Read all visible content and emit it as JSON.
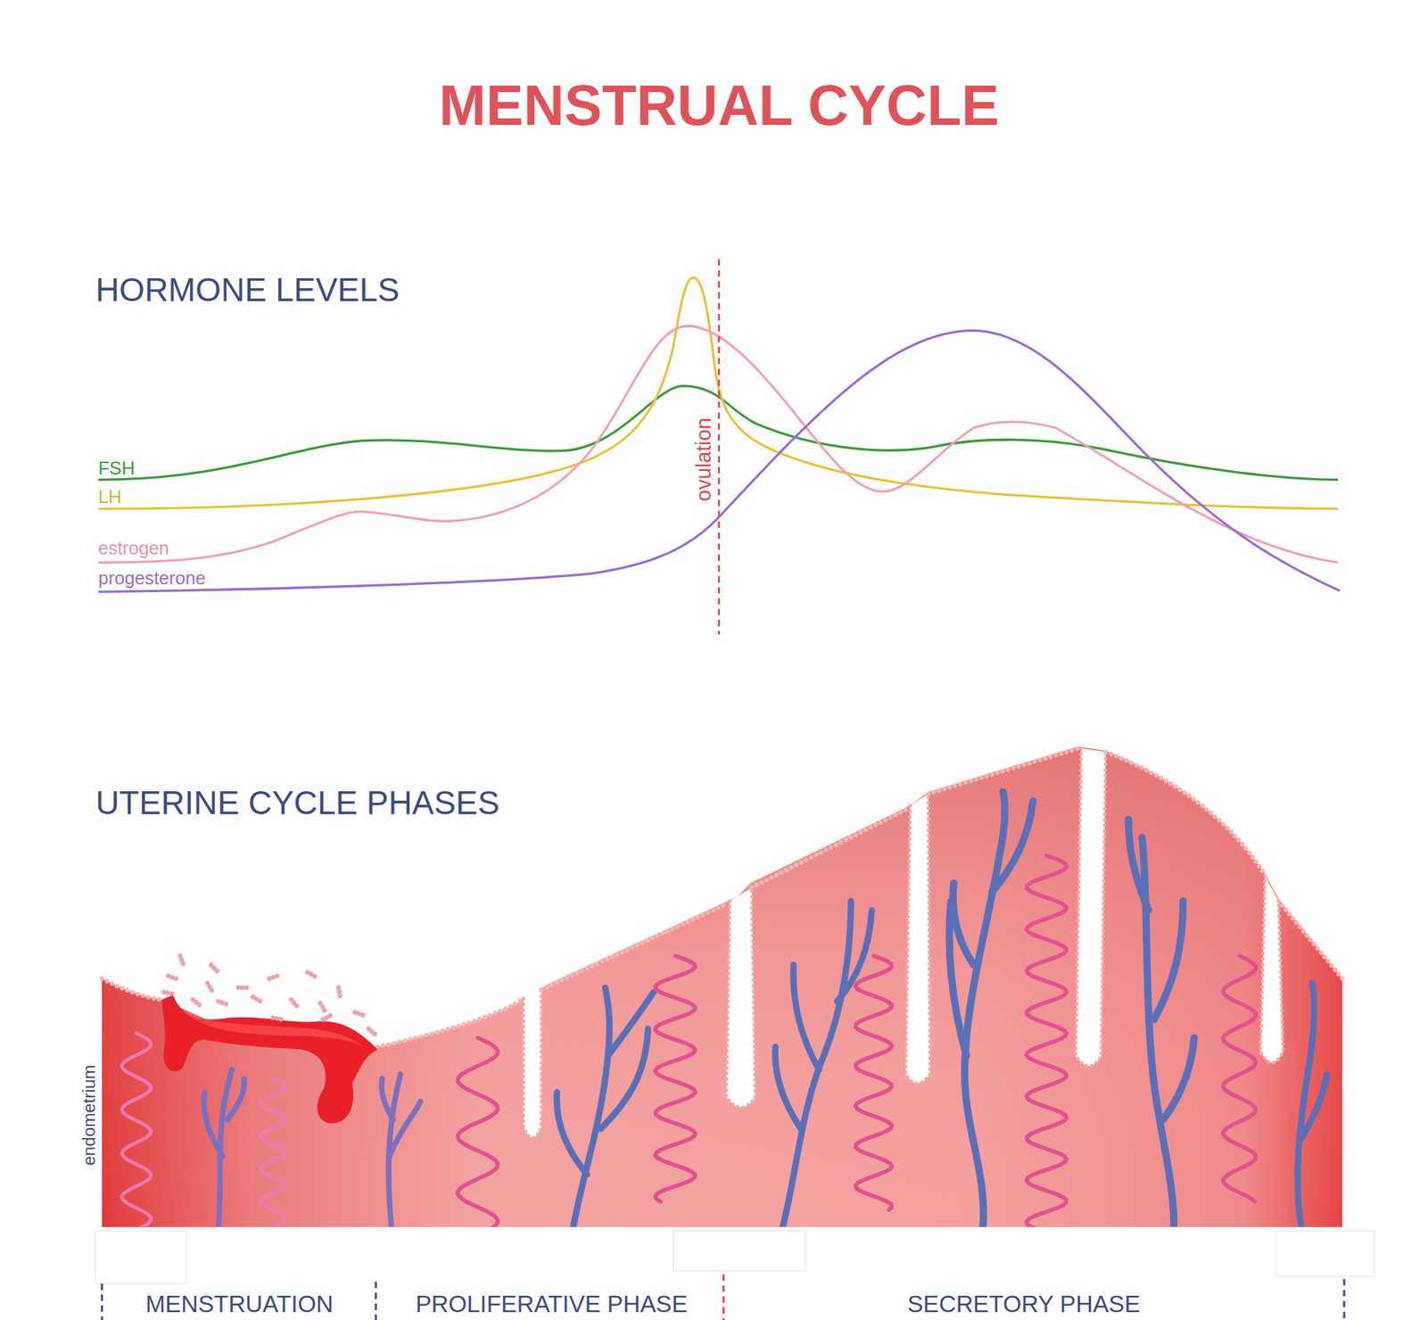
{
  "diagram": {
    "title": "MENSTRUAL CYCLE",
    "labels": [
      "HORMONE LEVELS",
      "FSH",
      "LH",
      "estrogen",
      "progesterone",
      "ovulation",
      "UTERINE CYCLE PHASES",
      "endometrium",
      "MENSTRUATION",
      "PROLIFERATIVE PHASE",
      "SECRETORY PHASE"
    ]
  }
}
